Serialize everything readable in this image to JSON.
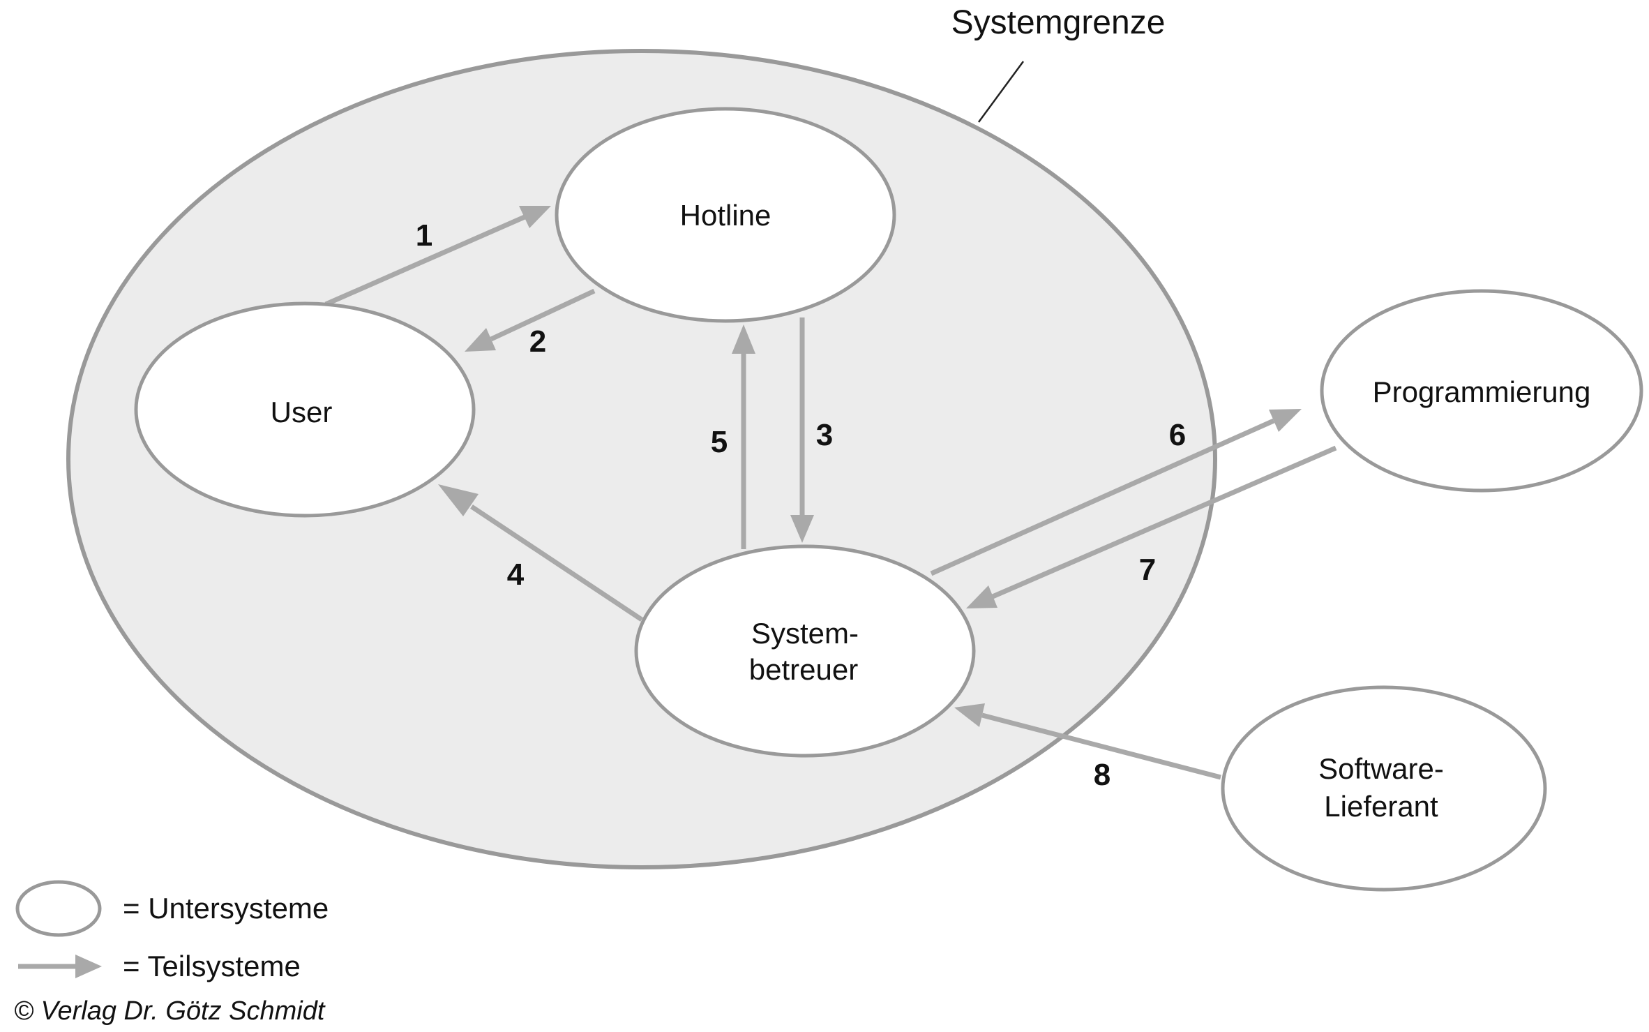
{
  "title": "Systemgrenze",
  "nodes": {
    "hotline": "Hotline",
    "user": "User",
    "programmierung": "Programmierung",
    "systembetreuer": [
      "System-",
      "betreuer"
    ],
    "softwarelieferant": [
      "Software-",
      "Lieferant"
    ]
  },
  "arrows": [
    {
      "label": "1",
      "from": "User",
      "to": "Hotline"
    },
    {
      "label": "2",
      "from": "Hotline",
      "to": "User"
    },
    {
      "label": "3",
      "from": "Hotline",
      "to": "Systembetreuer"
    },
    {
      "label": "4",
      "from": "Systembetreuer",
      "to": "User"
    },
    {
      "label": "5",
      "from": "Systembetreuer",
      "to": "Hotline"
    },
    {
      "label": "6",
      "from": "Systembetreuer",
      "to": "Programmierung"
    },
    {
      "label": "7",
      "from": "Programmierung",
      "to": "Systembetreuer"
    },
    {
      "label": "8",
      "from": "Software-Lieferant",
      "to": "Systembetreuer"
    }
  ],
  "legend": {
    "ellipse": "= Untersysteme",
    "arrow": "= Teilsysteme"
  },
  "copyright": "© Verlag Dr. Götz Schmidt",
  "colors": {
    "boundary_fill": "#ececec",
    "stroke": "#999999",
    "arrow": "#a9a9a9",
    "node_fill": "#ffffff"
  }
}
